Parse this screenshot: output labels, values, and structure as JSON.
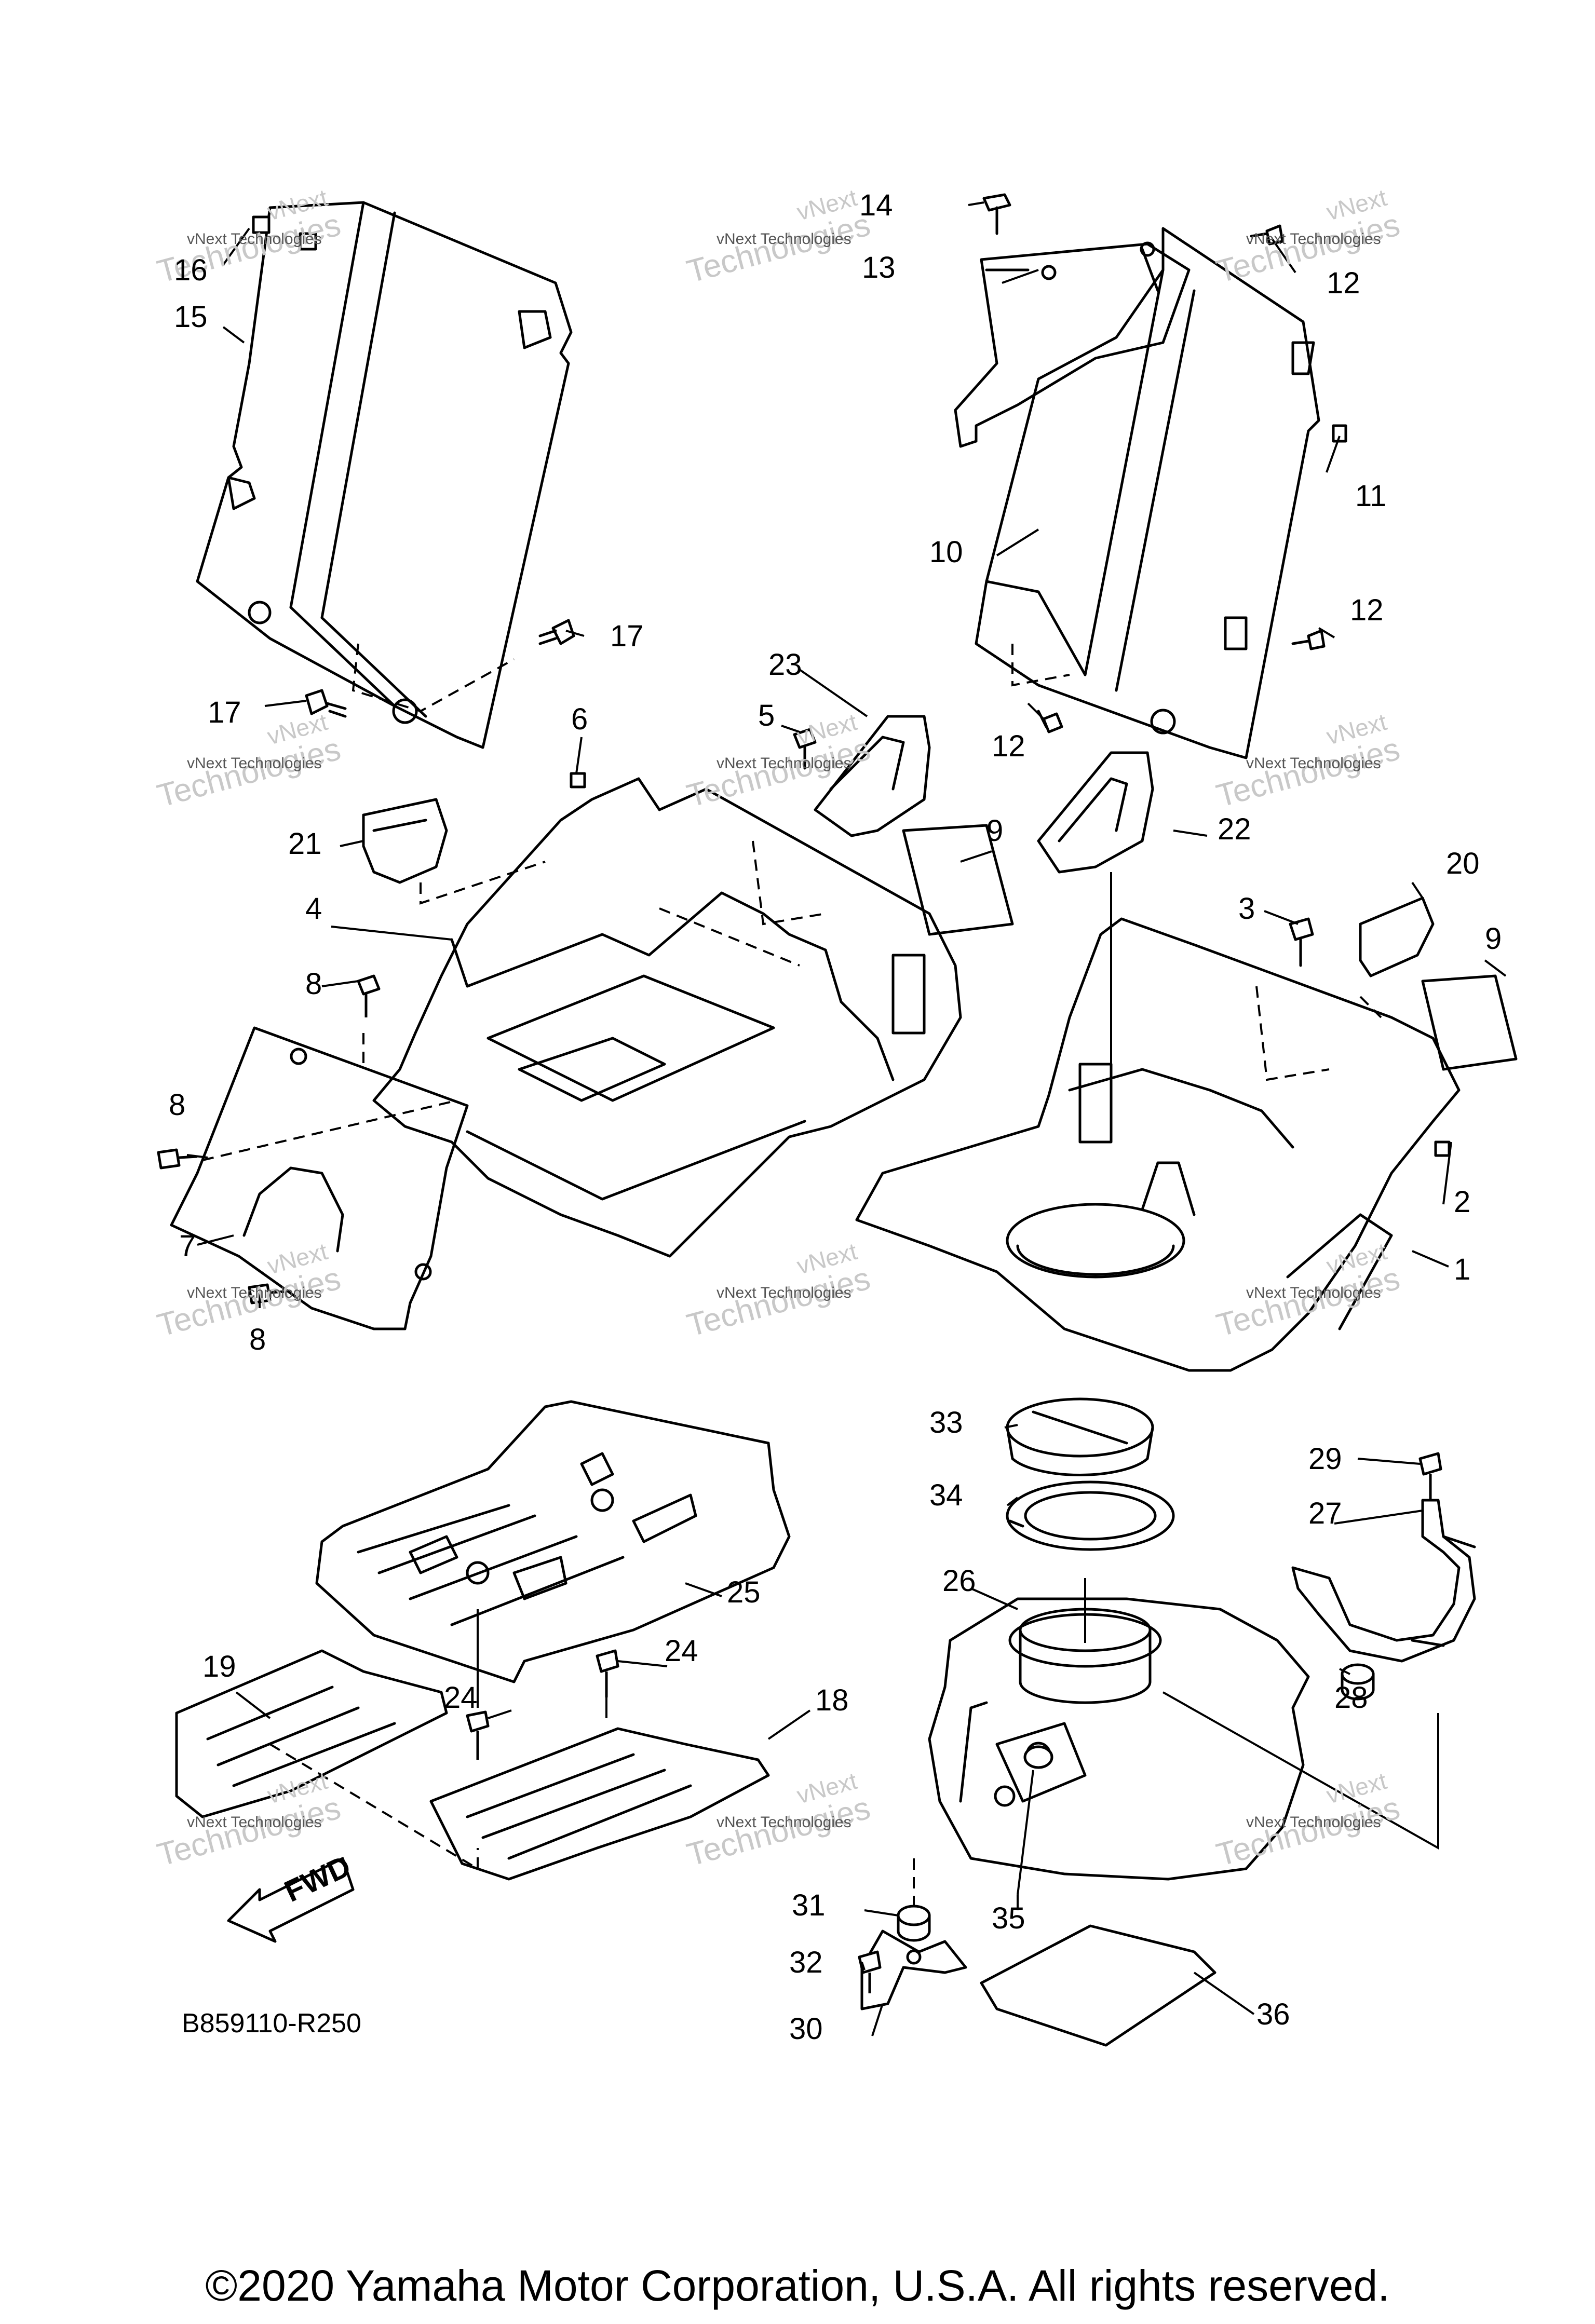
{
  "diagram_code": "B859110-R250",
  "fwd_label": "FWD",
  "copyright": "©2020 Yamaha Motor Corporation, U.S.A. All rights reserved.",
  "watermark": {
    "line1": "vNext Technologies",
    "line2": "vNext",
    "line3": "Technologies"
  },
  "callouts": [
    {
      "n": "1"
    },
    {
      "n": "2"
    },
    {
      "n": "3"
    },
    {
      "n": "4"
    },
    {
      "n": "5"
    },
    {
      "n": "6"
    },
    {
      "n": "7"
    },
    {
      "n": "8"
    },
    {
      "n": "8"
    },
    {
      "n": "8"
    },
    {
      "n": "9"
    },
    {
      "n": "9"
    },
    {
      "n": "10"
    },
    {
      "n": "11"
    },
    {
      "n": "12"
    },
    {
      "n": "12"
    },
    {
      "n": "12"
    },
    {
      "n": "13"
    },
    {
      "n": "14"
    },
    {
      "n": "15"
    },
    {
      "n": "16"
    },
    {
      "n": "17"
    },
    {
      "n": "17"
    },
    {
      "n": "18"
    },
    {
      "n": "19"
    },
    {
      "n": "20"
    },
    {
      "n": "21"
    },
    {
      "n": "22"
    },
    {
      "n": "23"
    },
    {
      "n": "24"
    },
    {
      "n": "24"
    },
    {
      "n": "25"
    },
    {
      "n": "26"
    },
    {
      "n": "27"
    },
    {
      "n": "28"
    },
    {
      "n": "29"
    },
    {
      "n": "30"
    },
    {
      "n": "31"
    },
    {
      "n": "32"
    },
    {
      "n": "33"
    },
    {
      "n": "34"
    },
    {
      "n": "35"
    },
    {
      "n": "36"
    }
  ]
}
